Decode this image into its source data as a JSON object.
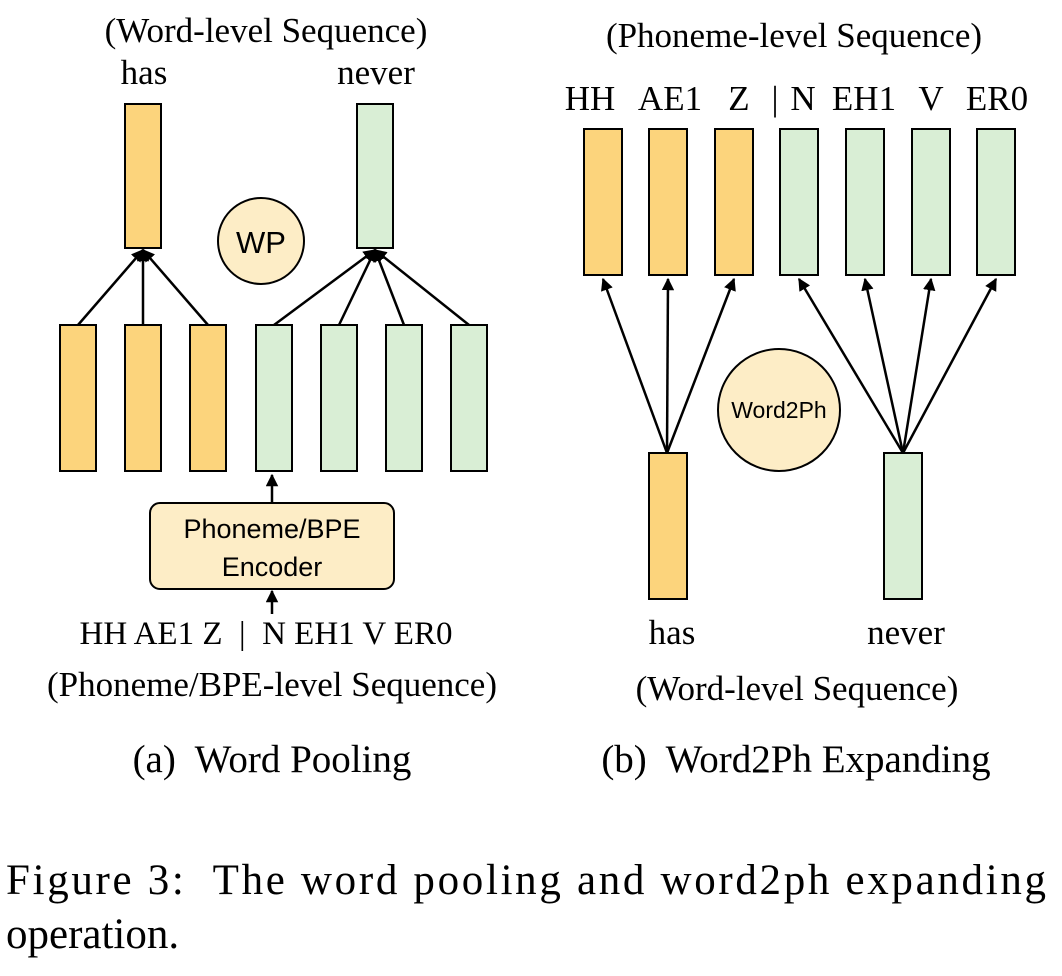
{
  "panel_a": {
    "top_caption": "(Word-level Sequence)",
    "words": [
      "has",
      "never"
    ],
    "module": "WP",
    "encoder_line1": "Phoneme/BPE",
    "encoder_line2": "Encoder",
    "input_tokens": "HH AE1 Z  |  N EH1 V ER0",
    "bottom_caption": "(Phoneme/BPE-level Sequence)",
    "label": "(a)  Word Pooling"
  },
  "panel_b": {
    "top_caption": "(Phoneme-level Sequence)",
    "phonemes": [
      "HH",
      "AE1",
      "Z",
      "|",
      "N",
      "EH1",
      "V",
      "ER0"
    ],
    "module": "Word2Ph",
    "words": [
      "has",
      "never"
    ],
    "bottom_caption": "(Word-level Sequence)",
    "label": "(b)  Word2Ph Expanding"
  },
  "caption": {
    "line1": "Figure 3:  The word pooling and word2ph expanding",
    "line2": "operation."
  },
  "colors": {
    "has_group": "#fcd47c",
    "never_group": "#d9eed5",
    "encoder_fill": "#fdedc6",
    "module_fill": "#fdedc6"
  }
}
